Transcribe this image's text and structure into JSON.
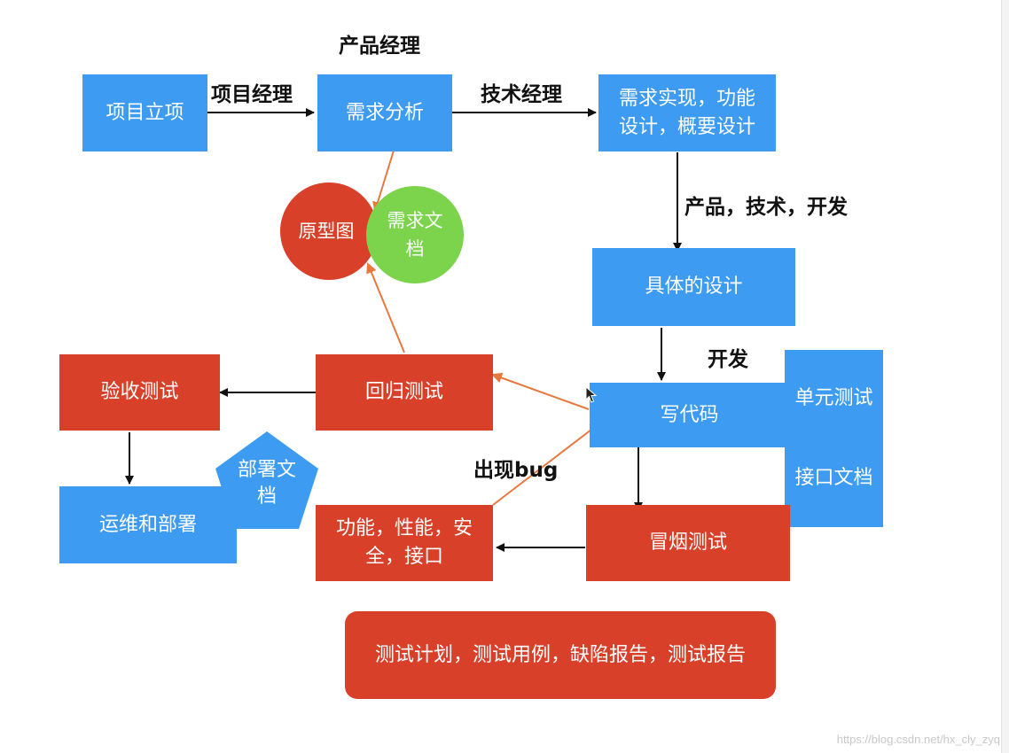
{
  "colors": {
    "blue": "#3d9cf2",
    "red": "#d9402a",
    "green": "#7cd44c",
    "arrow_orange": "#e8783e",
    "arrow_black": "#111111"
  },
  "labels": {
    "product_manager": "产品经理",
    "project_manager": "项目经理",
    "tech_manager": "技术经理",
    "product_tech_dev": "产品，技术，开发",
    "develop": "开发",
    "bug_found": "出现bug"
  },
  "nodes": {
    "project_init": "项目立项",
    "requirement_analysis": "需求分析",
    "requirement_impl": "需求实现，功能设计，概要设计",
    "detailed_design": "具体的设计",
    "write_code": "写代码",
    "unit_test": "单元测试",
    "interface_doc": "接口文档",
    "smoke_test": "冒烟测试",
    "func_perf_test": "功能，性能，安全，接口",
    "regression_test": "回归测试",
    "acceptance_test": "验收测试",
    "ops_deploy": "运维和部署",
    "deploy_doc": "部署文档",
    "prototype": "原型图",
    "requirement_doc": "需求文档",
    "test_docs": "测试计划，测试用例，缺陷报告，测试报告"
  },
  "watermark": "https://blog.csdn.net/hx_cly_zyq"
}
